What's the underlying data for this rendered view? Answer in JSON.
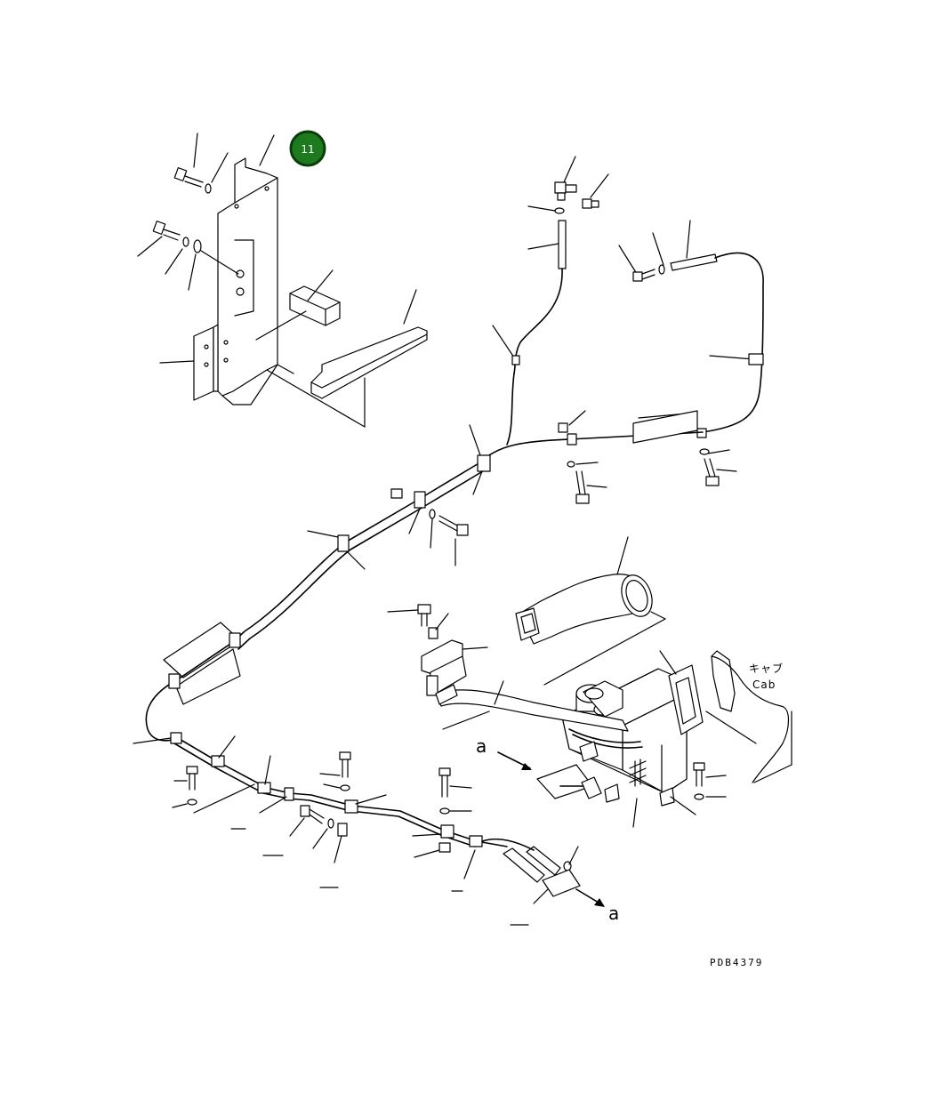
{
  "badge": {
    "number": "11",
    "color": "#1e7a1e"
  },
  "labels": {
    "arrow_start": "a",
    "arrow_end": "a"
  },
  "cab_label": {
    "jp": "キャブ",
    "en": "Cab"
  },
  "drawing_code": "PDB4379"
}
